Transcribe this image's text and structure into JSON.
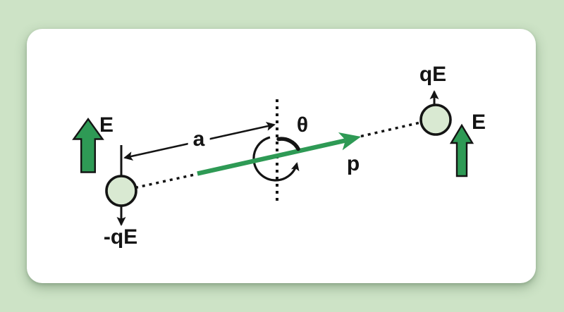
{
  "diagram": {
    "labels": {
      "field_left": "E",
      "field_right": "E",
      "force_negative_charge": "-qE",
      "force_positive_charge": "qE",
      "charge_separation": "a",
      "angle": "θ",
      "dipole_moment": "p"
    },
    "colors": {
      "background": "#cde3c6",
      "card": "#ffffff",
      "green": "#2e9a55",
      "charge_fill": "#d9e9d2",
      "ink": "#141414"
    }
  }
}
